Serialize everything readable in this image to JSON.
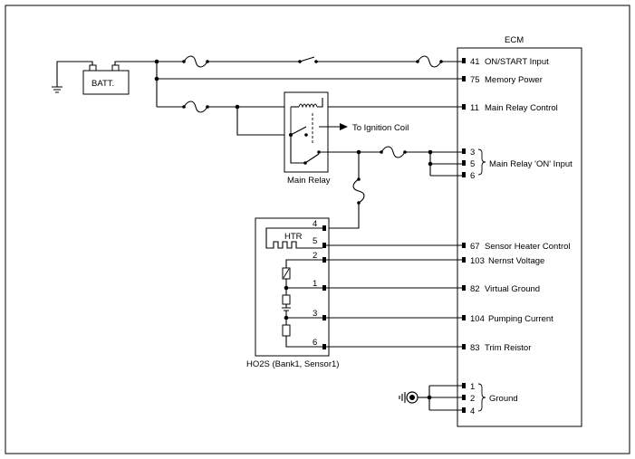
{
  "ecm": {
    "title": "ECM",
    "pins": [
      {
        "num": "41",
        "name": "ON/START Input"
      },
      {
        "num": "75",
        "name": "Memory Power"
      },
      {
        "num": "11",
        "name": "Main Relay Control"
      },
      {
        "num": "3",
        "name": ""
      },
      {
        "num": "5",
        "name": ""
      },
      {
        "num": "6",
        "name": ""
      },
      {
        "num": "67",
        "name": "Sensor Heater Control"
      },
      {
        "num": "103",
        "name": "Nernst Voltage"
      },
      {
        "num": "82",
        "name": "Virtual Ground"
      },
      {
        "num": "104",
        "name": "Pumping Current"
      },
      {
        "num": "83",
        "name": "Trim Reistor"
      },
      {
        "num": "1",
        "name": ""
      },
      {
        "num": "2",
        "name": ""
      },
      {
        "num": "4",
        "name": ""
      }
    ],
    "group_main_relay_on": "Main Relay 'ON' Input",
    "group_ground": "Ground"
  },
  "battery": {
    "label": "BATT."
  },
  "relay": {
    "label": "Main Relay",
    "ignition": "To Ignition Coil"
  },
  "sensor": {
    "label": "HO2S (Bank1, Sensor1)",
    "heater": "HTR",
    "pins": [
      "4",
      "5",
      "2",
      "1",
      "3",
      "6"
    ]
  }
}
